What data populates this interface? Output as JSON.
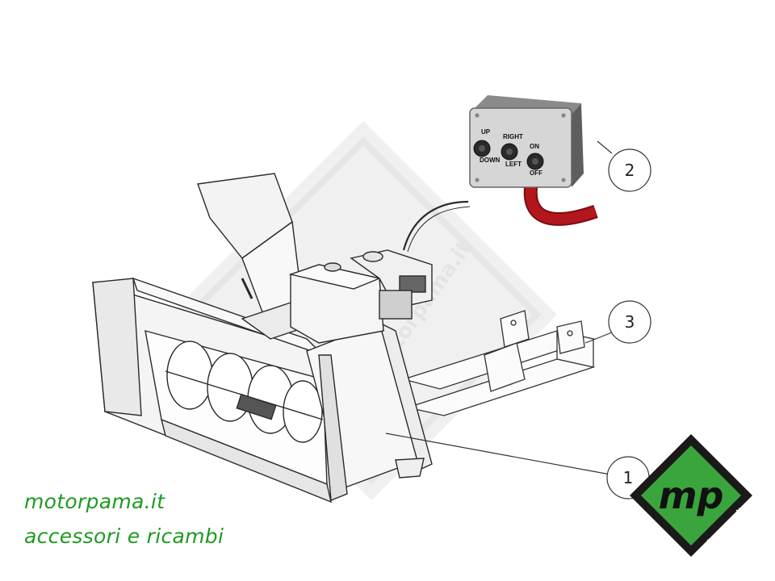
{
  "control_box": {
    "switches": [
      {
        "top": "UP",
        "bottom": "DOWN"
      },
      {
        "top": "RIGHT",
        "bottom": "LEFT"
      },
      {
        "top": "ON",
        "bottom": "OFF"
      }
    ]
  },
  "callouts": [
    {
      "number": "2",
      "part": "control box"
    },
    {
      "number": "3",
      "part": "mounting frame"
    },
    {
      "number": "1",
      "part": "snow thrower body"
    }
  ],
  "brand": {
    "site": "motorpama.it",
    "tagline": "accessori e ricambi",
    "logo_letters": "mp",
    "logo_site": "motorpama.it",
    "colors": {
      "green": "#1f9a22",
      "logo_green": "#3aa53c",
      "dark": "#1a1a1a",
      "cable_red": "#b3161c"
    }
  },
  "watermark": {
    "text": "motorpama.it"
  }
}
